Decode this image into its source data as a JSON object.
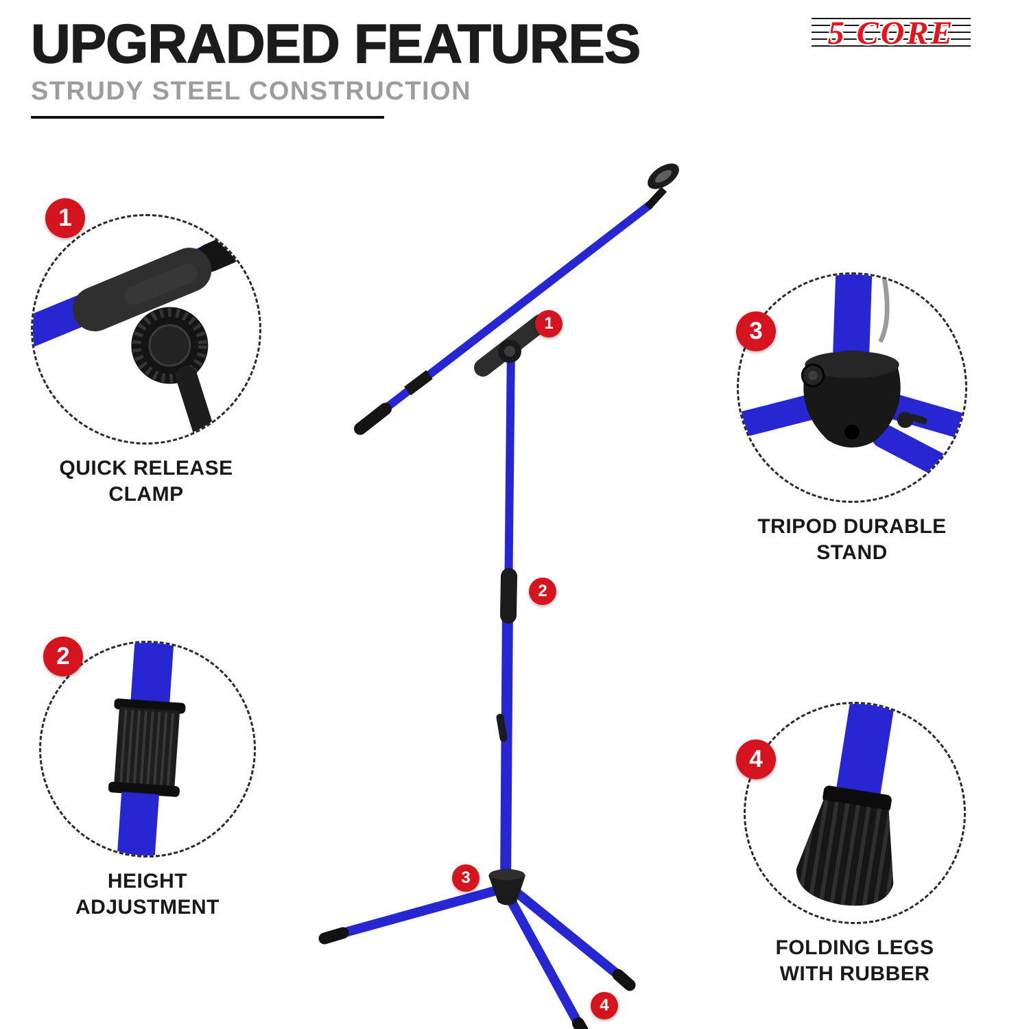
{
  "header": {
    "title": "UPGRADED FEATURES",
    "subtitle": "STRUDY STEEL CONSTRUCTION"
  },
  "brand": {
    "logo_text": "5 CORE"
  },
  "callouts": [
    {
      "number": "1",
      "label": "QUICK RELEASE CLAMP"
    },
    {
      "number": "2",
      "label": "HEIGHT ADJUSTMENT"
    },
    {
      "number": "3",
      "label": "TRIPOD DURABLE STAND"
    },
    {
      "number": "4",
      "label": "FOLDING LEGS WITH RUBBER"
    }
  ],
  "stand_markers": [
    {
      "number": "1"
    },
    {
      "number": "2"
    },
    {
      "number": "3"
    },
    {
      "number": "4"
    }
  ],
  "colors": {
    "accent_red": "#d6141f",
    "pole_blue": "#2626d2",
    "title_black": "#1c1c1c",
    "subtitle_gray": "#9d9d9d"
  }
}
